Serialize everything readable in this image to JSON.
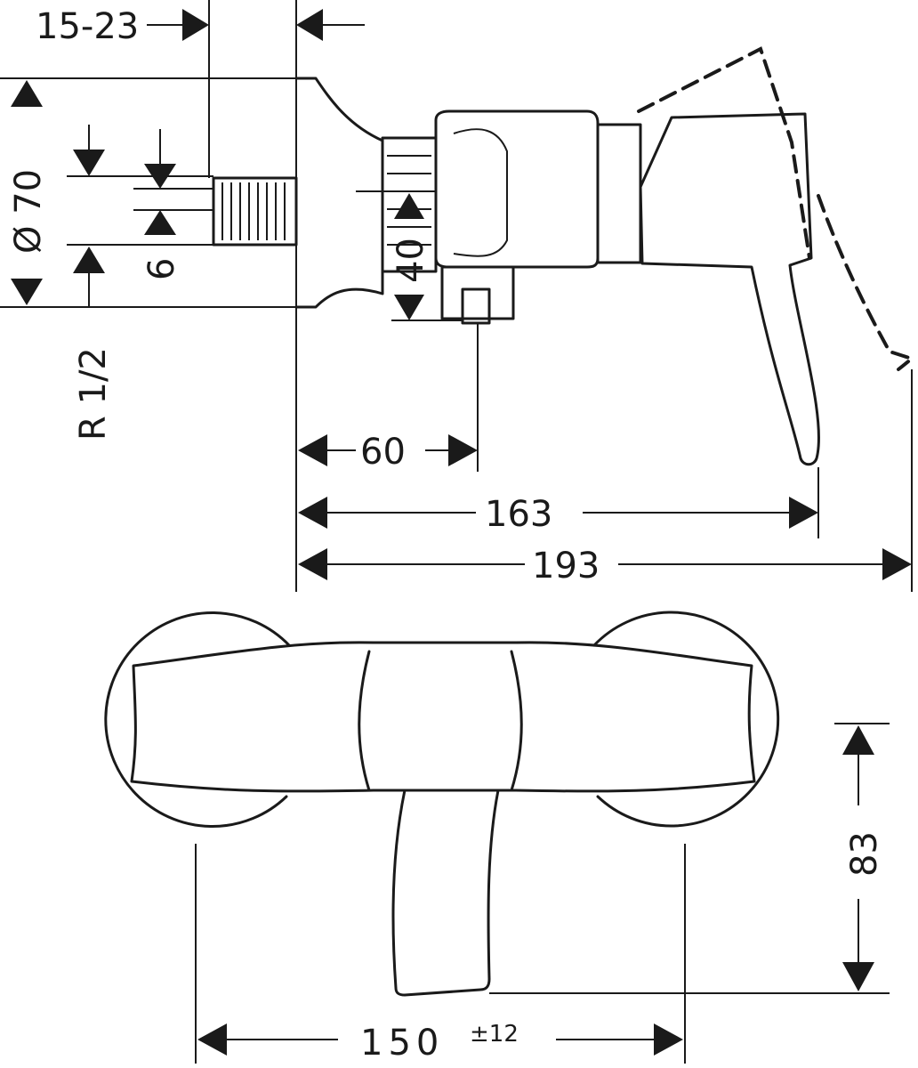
{
  "side_view": {
    "dim_wall_offset": "15-23",
    "dim_diameter": "Ø 70",
    "dim_thread_6": "6",
    "dim_thread": "R 1/2",
    "dim_outlet_height": "40",
    "dim_outlet_depth": "60",
    "dim_lever_depth": "163",
    "dim_total_depth": "193"
  },
  "front_view": {
    "dim_height": "83",
    "dim_centres": "150",
    "dim_tolerance": "±12"
  }
}
